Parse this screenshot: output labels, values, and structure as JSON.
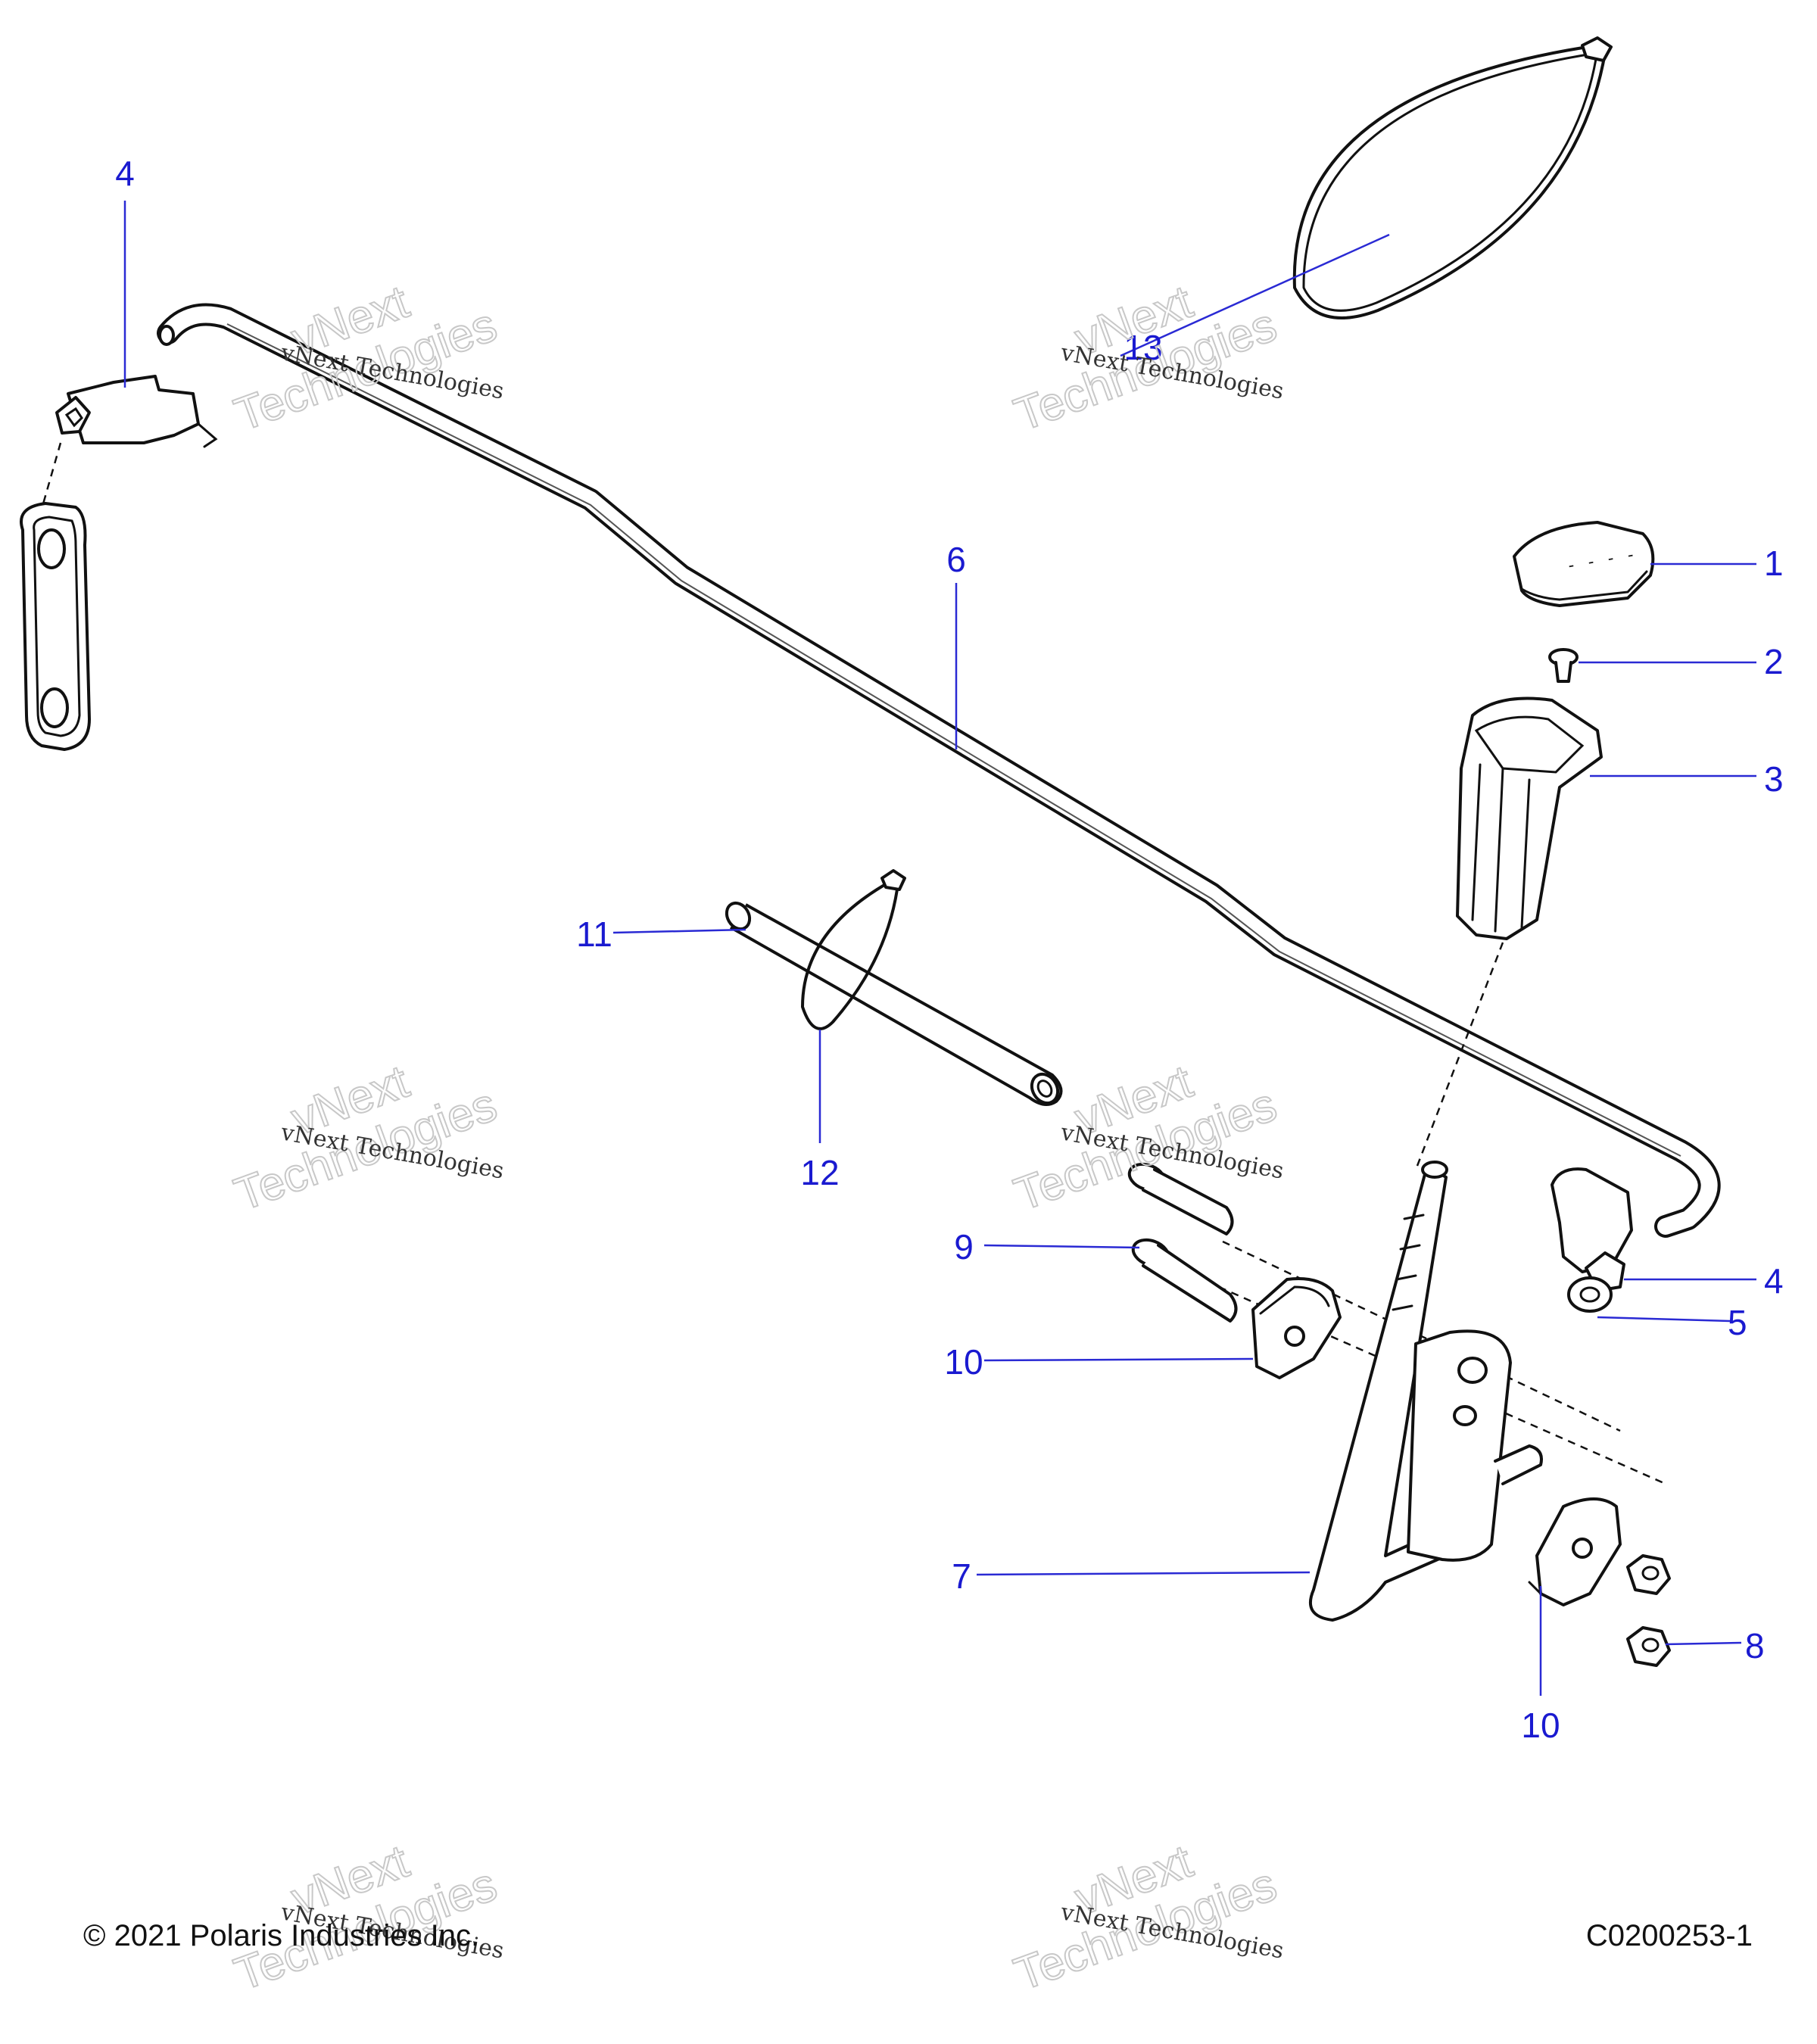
{
  "callouts": {
    "c1": "1",
    "c2": "2",
    "c3": "3",
    "c4_left": "4",
    "c4_right": "4",
    "c5": "5",
    "c6": "6",
    "c7": "7",
    "c8": "8",
    "c9": "9",
    "c10_left": "10",
    "c10_bottom": "10",
    "c11": "11",
    "c12": "12",
    "c13": "13"
  },
  "watermark": {
    "line1": "vNext Technologies",
    "big_top": "vNext",
    "big_bottom": "Technologies"
  },
  "footer": {
    "copyright": "© 2021 Polaris Industries Inc.",
    "figure_code": "C0200253-1"
  },
  "colors": {
    "callout": "#1a1ad0",
    "line": "#111111"
  }
}
